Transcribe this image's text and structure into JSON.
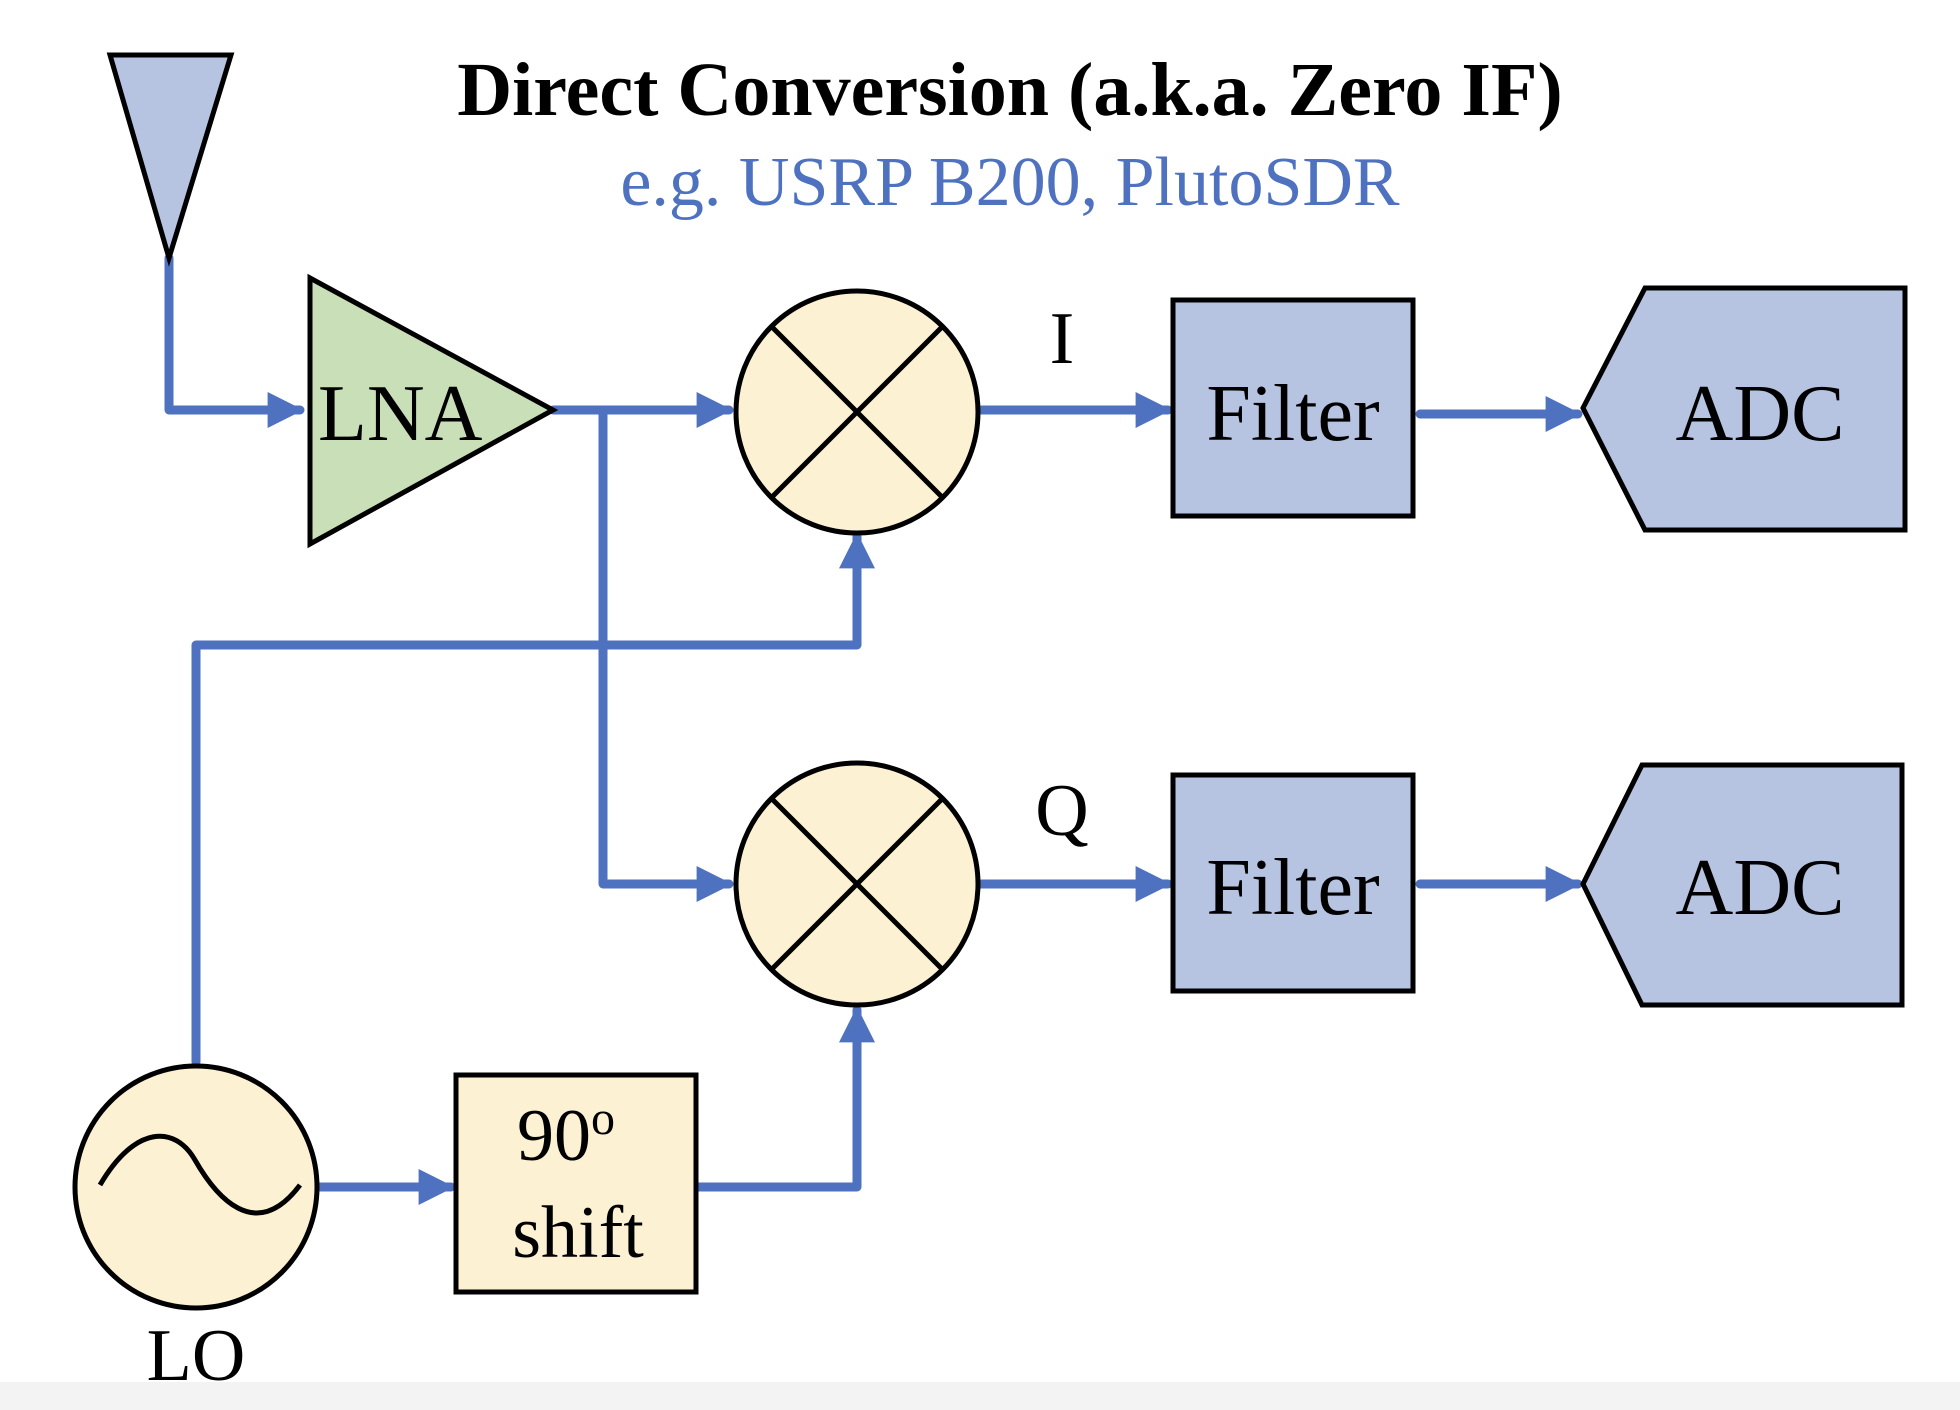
{
  "title": "Direct Conversion (a.k.a. Zero IF)",
  "subtitle": "e.g. USRP B200, PlutoSDR",
  "blocks": {
    "lna": "LNA",
    "lo": "LO",
    "shift_value": "90",
    "shift_degree_mark": "o",
    "shift_word": "shift",
    "i_label": "I",
    "q_label": "Q",
    "filter_i": "Filter",
    "filter_q": "Filter",
    "adc_i": "ADC",
    "adc_q": "ADC"
  },
  "colors": {
    "wire": "#4f72c0",
    "subtitle": "#4f72c0",
    "antenna_fill": "#b6c4e2",
    "lna_fill": "#c8dfb8",
    "mixer_fill": "#fcf1d2",
    "filter_fill": "#b6c4e2",
    "adc_fill": "#b6c4e2",
    "lo_fill": "#fcf1d2",
    "shift_fill": "#fcf1d2"
  }
}
